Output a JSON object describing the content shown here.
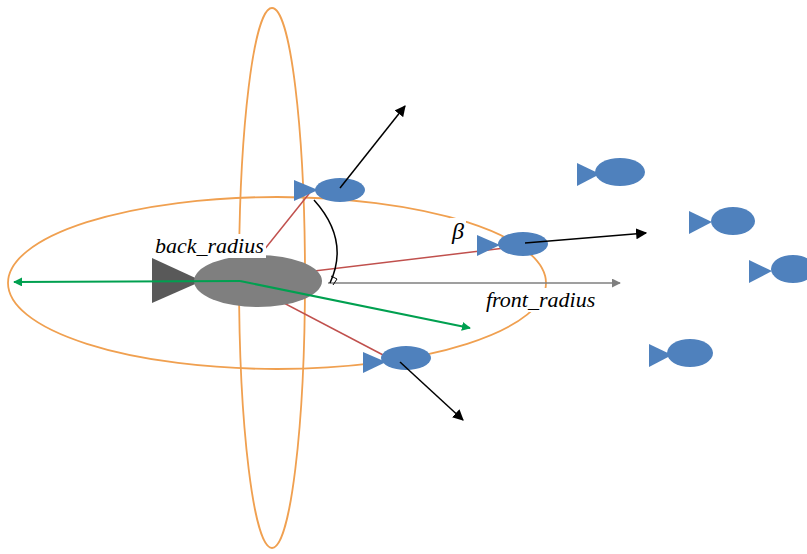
{
  "diagram": {
    "labels": [
      "back_radius",
      "β",
      "front_radius"
    ]
  }
}
